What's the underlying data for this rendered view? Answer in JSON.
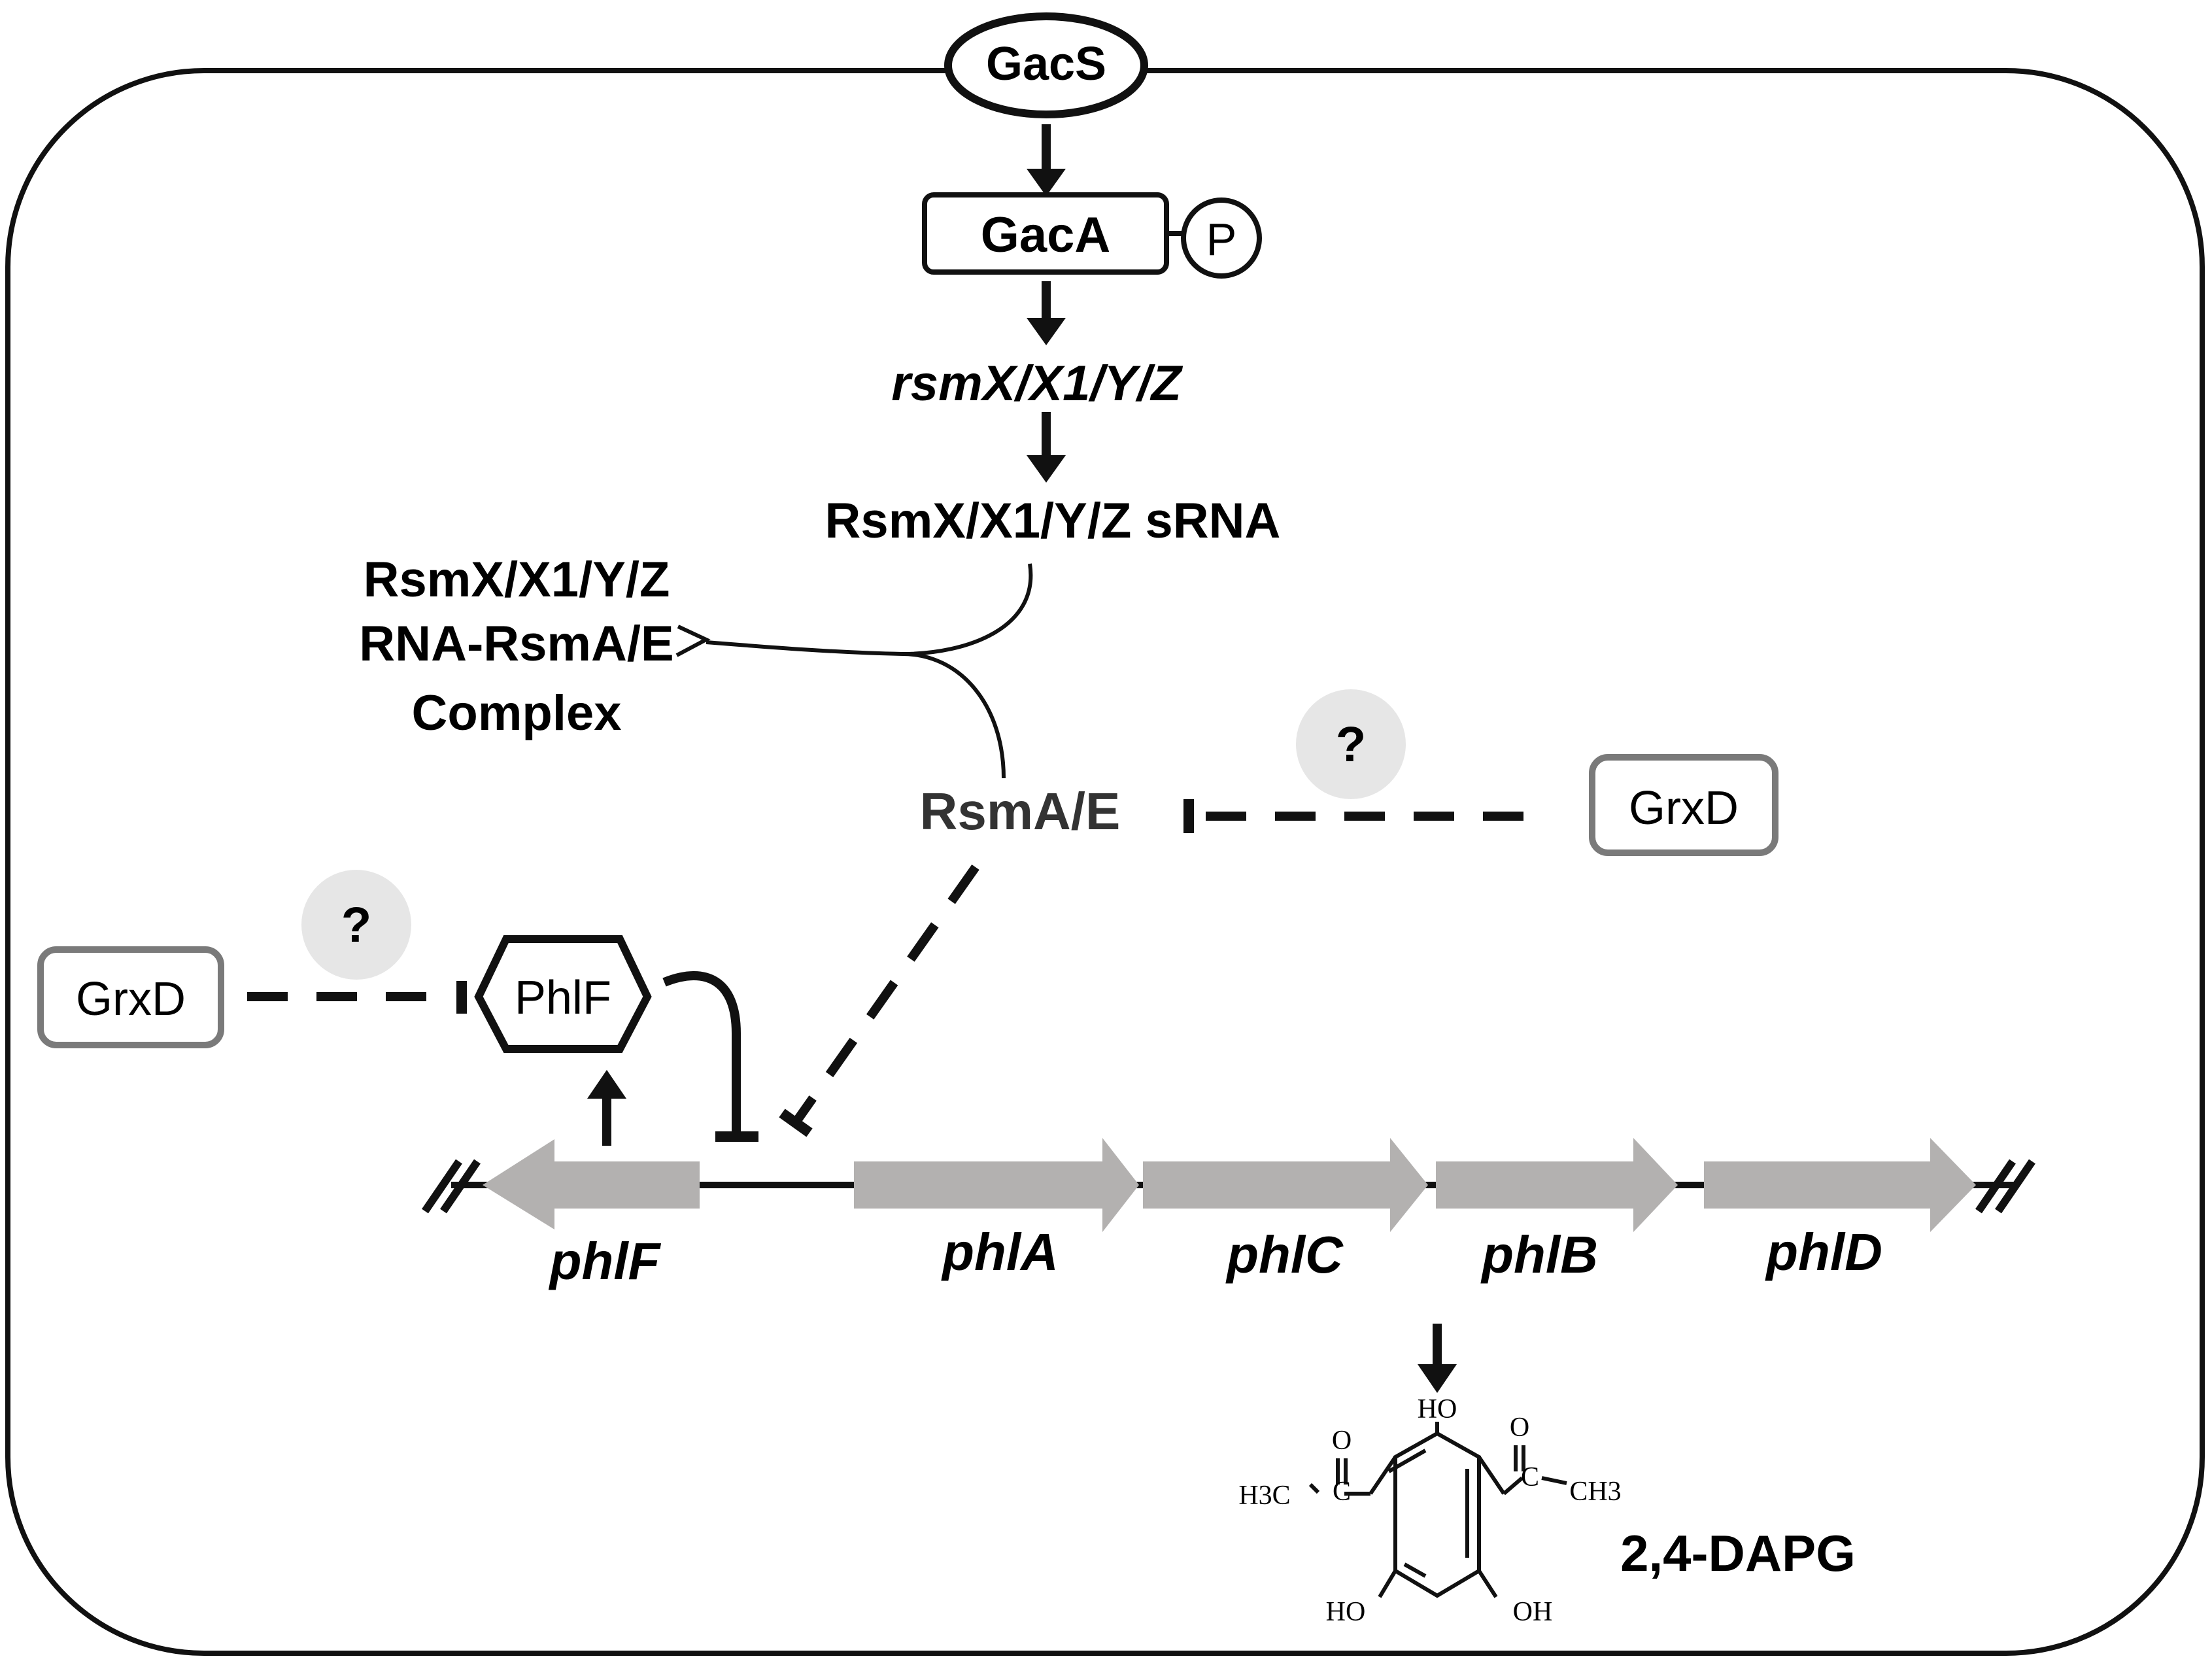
{
  "nodes": {
    "gacs": "GacS",
    "gaca": "GacA",
    "phospho": "P",
    "rsm_genes": "rsmX/X1/Y/Z",
    "rsm_srna": "RsmX/X1/Y/Z sRNA",
    "complex_line1": "RsmX/X1/Y/Z",
    "complex_line2": "RNA-RsmA/E",
    "complex_line3": "Complex",
    "rsmae": "RsmA/E",
    "grxd_right": "GrxD",
    "grxd_left": "GrxD",
    "question_right": "?",
    "question_left": "?",
    "phlf_protein": "PhlF"
  },
  "genes": [
    "phlF",
    "phlA",
    "phlC",
    "phlB",
    "phlD"
  ],
  "product": {
    "name": "2,4-DAPG",
    "labels": {
      "ho_top": "HO",
      "o_left": "O",
      "o_right": "O",
      "c_left": "C",
      "c_right": "C",
      "h3c": "H3C",
      "ch3": "CH3",
      "ho_bottom": "HO",
      "oh_bottom": "OH"
    }
  },
  "colors": {
    "line": "#111111",
    "gene_arrow": "#b3b1b0",
    "grxd_border": "#7a7a7a",
    "question_bg": "#e6e6e6",
    "rsmae_text": "#333333"
  }
}
